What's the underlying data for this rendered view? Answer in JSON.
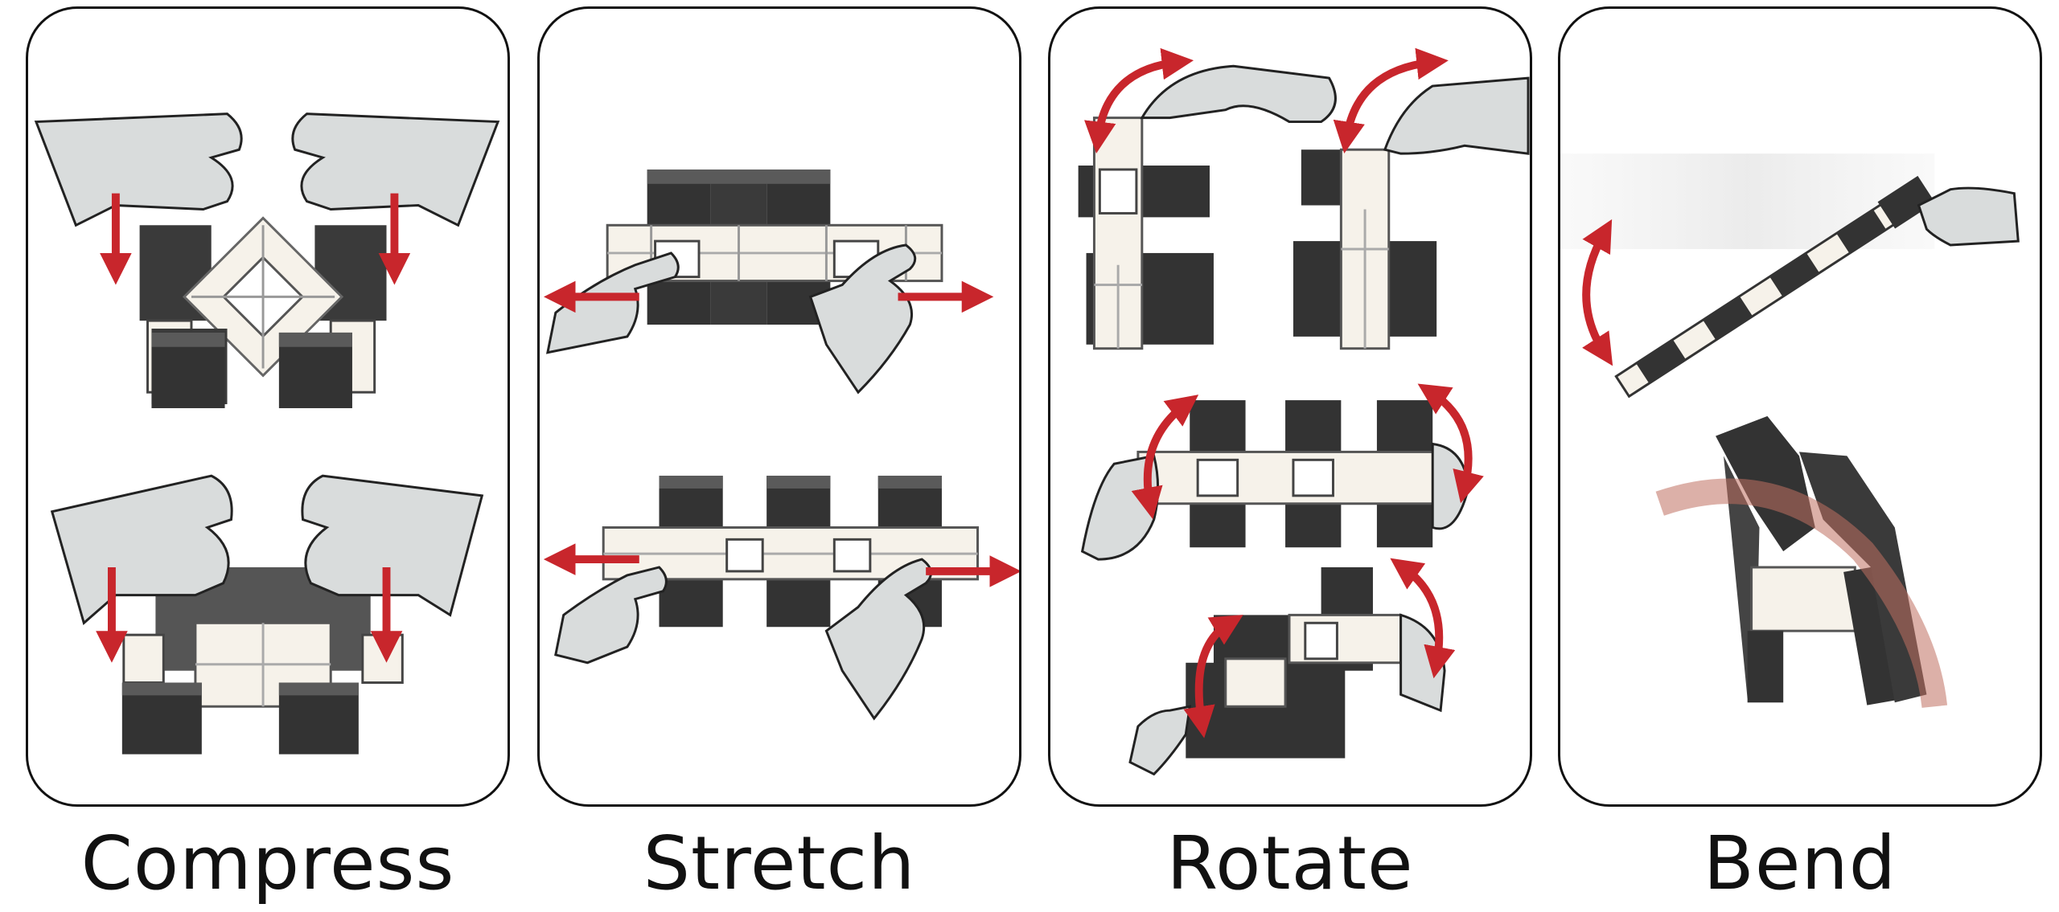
{
  "panels": [
    {
      "key": "compress",
      "label": "Compress"
    },
    {
      "key": "stretch",
      "label": "Stretch"
    },
    {
      "key": "rotate",
      "label": "Rotate"
    },
    {
      "key": "bend",
      "label": "Bend"
    }
  ],
  "colors": {
    "block_dark": "#3a3a3a",
    "block_top": "#5a5a5a",
    "joint_light": "#f6f2ea",
    "hand_fill": "#d9dcdc",
    "arrow_red": "#c8262c",
    "bend_overlay": "#c07060"
  }
}
